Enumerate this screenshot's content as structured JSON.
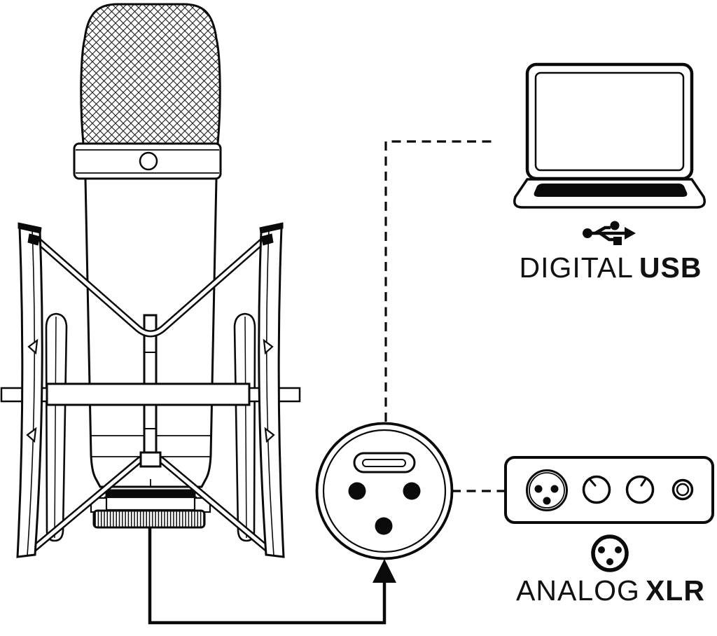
{
  "canvas": {
    "background": "#ffffff",
    "line_color": "#0a0a0a"
  },
  "labels": {
    "digital": {
      "word": "DIGITAL",
      "emphasis": "USB"
    },
    "analog": {
      "word": "ANALOG",
      "emphasis": "XLR"
    }
  },
  "icons": {
    "microphone": "studio-microphone-in-shock-mount",
    "connector_face": "mic-bottom-connector-face",
    "usb_c_port": "usb-c-port",
    "xlr_pins": "xlr-3-pin",
    "laptop": "laptop-icon",
    "usb_trident": "usb-trident-icon",
    "audio_interface": "audio-interface-front-panel",
    "xlr_badge": "xlr-connector-icon"
  },
  "connections": {
    "mic_to_laptop": "dashed",
    "mic_to_interface": "dashed",
    "mic_to_connector": "solid-arrow"
  }
}
